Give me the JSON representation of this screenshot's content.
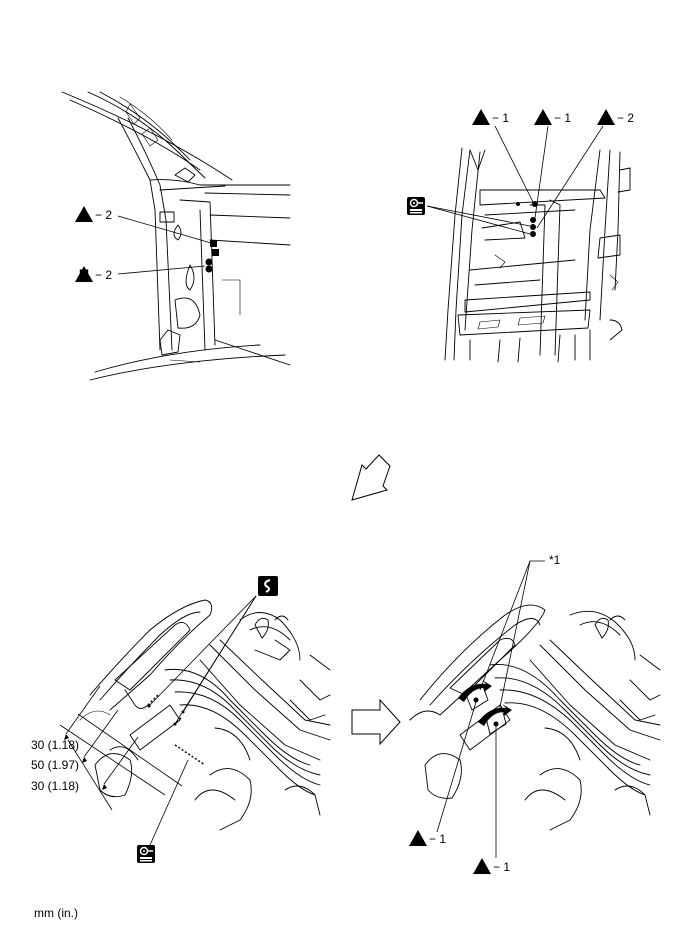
{
  "panel_tl": {
    "callout_top": {
      "symbol": "I",
      "label": "− 2"
    },
    "callout_bottom": {
      "symbol": "M",
      "label": "− 2"
    }
  },
  "panel_tr": {
    "callouts": [
      {
        "symbol": "I",
        "label": "− 1"
      },
      {
        "symbol": "I",
        "label": "− 1"
      },
      {
        "symbol": "I",
        "label": "− 2"
      }
    ],
    "cutter_icon": "spot-weld-cutter-icon"
  },
  "panel_bl": {
    "dimensions": [
      "30 (1.18)",
      "50 (1.97)",
      "30 (1.18)"
    ],
    "saw_icon": "cut-saw-icon",
    "cutter_icon": "spot-weld-cutter-icon"
  },
  "panel_br": {
    "note": "*1",
    "callouts": [
      {
        "symbol": "I",
        "label": "− 1"
      },
      {
        "symbol": "I",
        "label": "− 1"
      }
    ]
  },
  "units_note": "mm (in.)"
}
